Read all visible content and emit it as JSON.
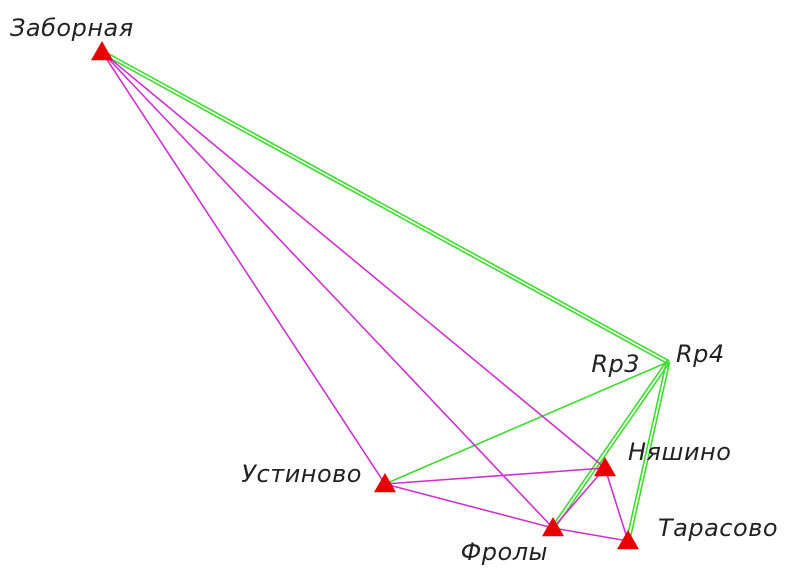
{
  "diagram": {
    "stations": [
      {
        "id": "zabornaya",
        "name": "Заборная",
        "marker": "triangle"
      },
      {
        "id": "rp3",
        "name": "Rp3",
        "marker": "none"
      },
      {
        "id": "rp4",
        "name": "Rp4",
        "marker": "none"
      },
      {
        "id": "nyashino",
        "name": "Няшино",
        "marker": "triangle"
      },
      {
        "id": "ustinovo",
        "name": "Устиново",
        "marker": "triangle"
      },
      {
        "id": "frolly",
        "name": "Фролы",
        "marker": "triangle"
      },
      {
        "id": "tarasovo",
        "name": "Тарасово",
        "marker": "triangle"
      }
    ],
    "links": [
      {
        "from": "zabornaya",
        "to": "rp4",
        "type": "green",
        "double": true
      },
      {
        "from": "ustinovo",
        "to": "rp4",
        "type": "green",
        "double": false
      },
      {
        "from": "frolly",
        "to": "rp4",
        "type": "green",
        "double": true
      },
      {
        "from": "tarasovo",
        "to": "rp4",
        "type": "green",
        "double": true
      },
      {
        "from": "zabornaya",
        "to": "ustinovo",
        "type": "magenta",
        "double": false
      },
      {
        "from": "zabornaya",
        "to": "frolly",
        "type": "magenta",
        "double": false
      },
      {
        "from": "zabornaya",
        "to": "nyashino",
        "type": "magenta",
        "double": false
      },
      {
        "from": "ustinovo",
        "to": "nyashino",
        "type": "magenta",
        "double": false
      },
      {
        "from": "ustinovo",
        "to": "frolly",
        "type": "magenta",
        "double": false
      },
      {
        "from": "frolly",
        "to": "nyashino",
        "type": "magenta",
        "double": false
      },
      {
        "from": "frolly",
        "to": "tarasovo",
        "type": "magenta",
        "double": false
      },
      {
        "from": "nyashino",
        "to": "tarasovo",
        "type": "magenta",
        "double": false
      }
    ],
    "colors": {
      "green": "#3ddc2e",
      "magenta": "#cc33cc",
      "marker": "#e60000",
      "label": "#222222"
    }
  }
}
